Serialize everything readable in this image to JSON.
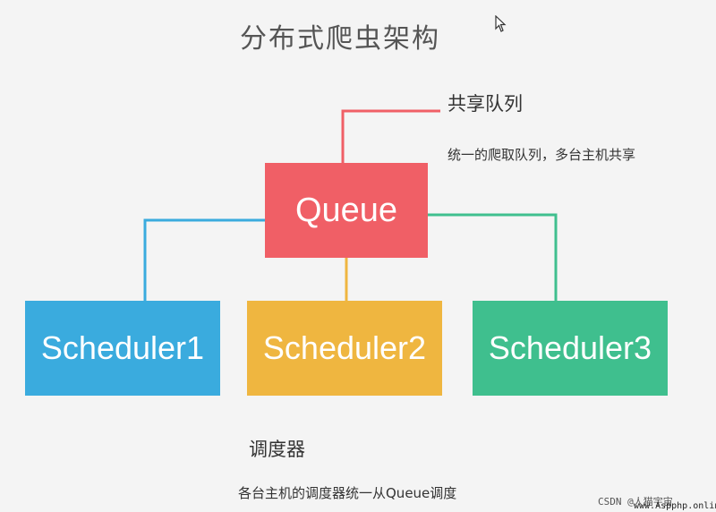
{
  "title": "分布式爬虫架构",
  "nodes": {
    "queue": "Queue",
    "scheduler1": "Scheduler1",
    "scheduler2": "Scheduler2",
    "scheduler3": "Scheduler3"
  },
  "annotations": {
    "shared_queue_title": "共享队列",
    "shared_queue_desc": "统一的爬取队列，多台主机共享",
    "scheduler_title": "调度器",
    "scheduler_desc": "各台主机的调度器统一从Queue调度"
  },
  "watermark": {
    "csdn": "CSDN @人猫宇宙",
    "site": "www.Aspphp.online"
  },
  "colors": {
    "queue": "#f05f66",
    "scheduler1": "#3aabde",
    "scheduler2": "#efb640",
    "scheduler3": "#3fbf8e"
  }
}
